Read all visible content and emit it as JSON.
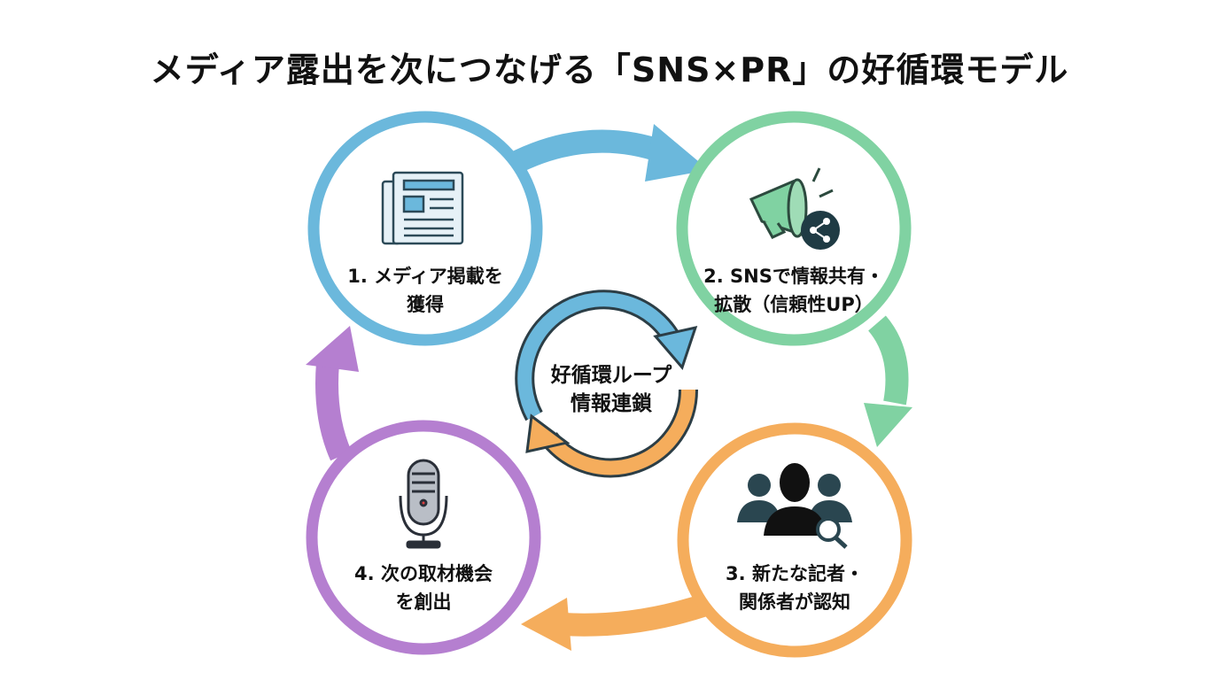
{
  "title": "メディア露出を次につなげる「SNS×PR」の好循環モデル",
  "colors": {
    "step1": "#6bb8dc",
    "step2": "#80d2a2",
    "step3": "#f5ad5c",
    "step4": "#b57fd0",
    "dark": "#1f3b44"
  },
  "steps": [
    {
      "line1": "1. メディア掲載を",
      "line2": "獲得",
      "icon": "newspaper-icon"
    },
    {
      "line1": "2. SNSで情報共有・",
      "line2": "拡散（信頼性UP）",
      "icon": "megaphone-share-icon"
    },
    {
      "line1": "3. 新たな記者・",
      "line2": "関係者が認知",
      "icon": "people-search-icon"
    },
    {
      "line1": "4. 次の取材機会",
      "line2": "を創出",
      "icon": "microphone-icon"
    }
  ],
  "center": {
    "line1": "好循環ループ",
    "line2": "情報連鎖"
  }
}
